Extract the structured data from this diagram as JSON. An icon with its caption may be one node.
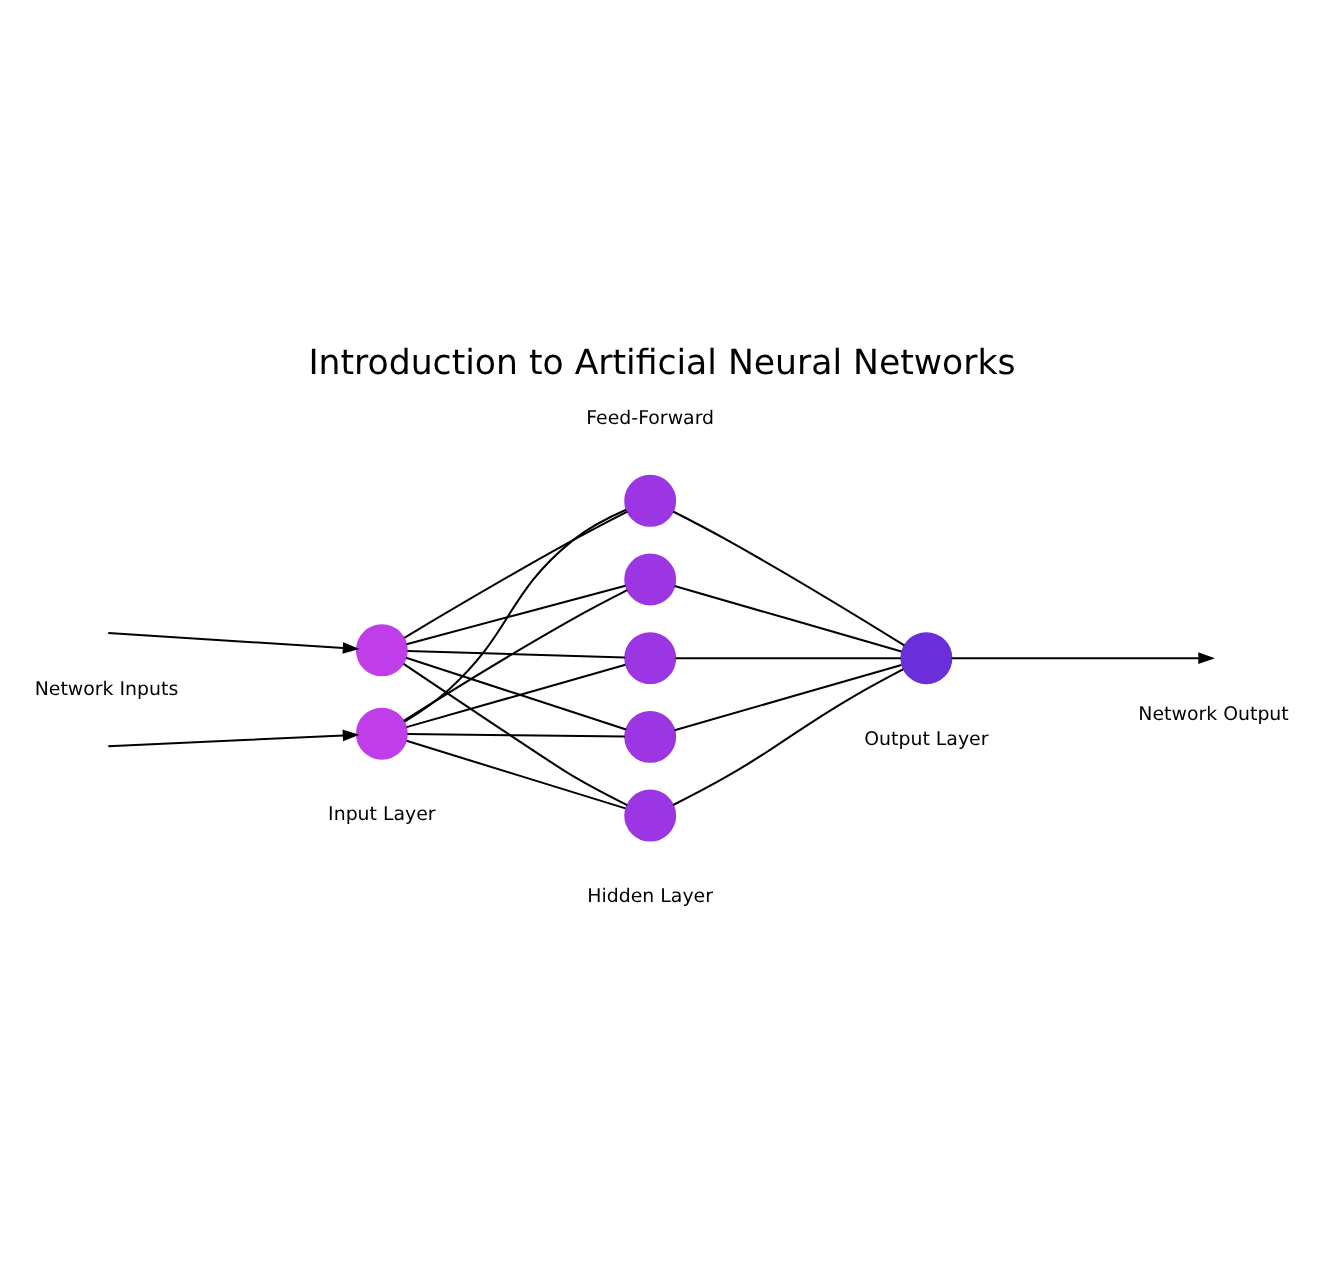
{
  "diagram": {
    "title": "Introduction to Artificial Neural Networks",
    "nodes": [
      {
        "text": [],
        "shape": "circle"
      },
      {
        "text": [],
        "shape": "circle"
      },
      {
        "text": [],
        "shape": "circle"
      },
      {
        "text": [],
        "shape": "circle"
      },
      {
        "text": [],
        "shape": "circle"
      },
      {
        "text": [],
        "shape": "circle"
      },
      {
        "text": [],
        "shape": "circle"
      },
      {
        "text": [],
        "shape": "circle"
      }
    ],
    "edges": [
      {
        "from": null,
        "to": 0,
        "arrow": "to"
      },
      {
        "from": null,
        "to": 1,
        "arrow": "to"
      },
      {
        "from": 0,
        "to": 2,
        "arrow": "none"
      },
      {
        "from": 0,
        "to": 3,
        "arrow": "none"
      },
      {
        "from": 0,
        "to": 4,
        "arrow": "none"
      },
      {
        "from": 0,
        "to": 5,
        "arrow": "none"
      },
      {
        "from": 0,
        "to": 6,
        "arrow": "none"
      },
      {
        "from": 1,
        "to": 2,
        "arrow": "none"
      },
      {
        "from": 1,
        "to": 3,
        "arrow": "none"
      },
      {
        "from": 1,
        "to": 4,
        "arrow": "none"
      },
      {
        "from": 1,
        "to": 5,
        "arrow": "none"
      },
      {
        "from": 1,
        "to": 6,
        "arrow": "none"
      },
      {
        "from": 2,
        "to": 7,
        "arrow": "none"
      },
      {
        "from": 3,
        "to": 7,
        "arrow": "none"
      },
      {
        "from": 4,
        "to": 7,
        "arrow": "none"
      },
      {
        "from": 5,
        "to": 7,
        "arrow": "none"
      },
      {
        "from": 6,
        "to": 7,
        "arrow": "none"
      },
      {
        "from": 7,
        "to": null,
        "arrow": "to"
      }
    ],
    "labels": [
      "Feed-Forward",
      "Network Inputs",
      "Input Layer",
      "Output Layer",
      "Network Output",
      "Hidden Layer"
    ]
  }
}
